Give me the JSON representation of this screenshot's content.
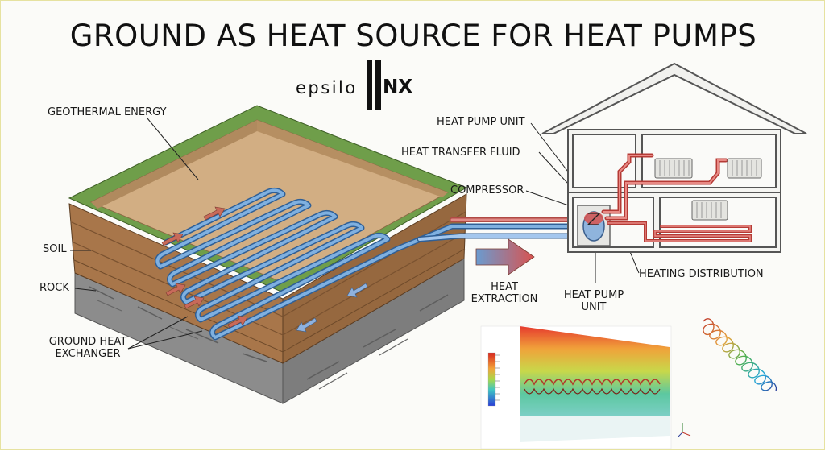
{
  "title": "GROUND AS HEAT SOURCE FOR HEAT PUMPS",
  "logo": {
    "text": "epsilo",
    "suffix": "NX"
  },
  "labels": {
    "geothermal_energy": "GEOTHERMAL ENERGY",
    "soil": "SOIL",
    "rock": "ROCK",
    "ground_heat_exchanger_line1": "GROUND HEAT",
    "ground_heat_exchanger_line2": "EXCHANGER",
    "heat_extraction_line1": "HEAT",
    "heat_extraction_line2": "EXTRACTION",
    "heat_pump_unit_top": "HEAT PUMP UNIT",
    "heat_transfer_fluid": "HEAT TRANSFER FLUID",
    "compressor": "COMPRESSOR",
    "heat_pump_unit_line1": "HEAT PUMP",
    "heat_pump_unit_line2": "UNIT",
    "heating_distribution": "HEATING DISTRIBUTION"
  },
  "colors": {
    "grass": "#6f9e4a",
    "soil": "#c7a27a",
    "rock": "#8f8f8f",
    "cold_pipe": "#5d8fc7",
    "hot_pipe": "#d9534f",
    "house_line": "#555555"
  }
}
